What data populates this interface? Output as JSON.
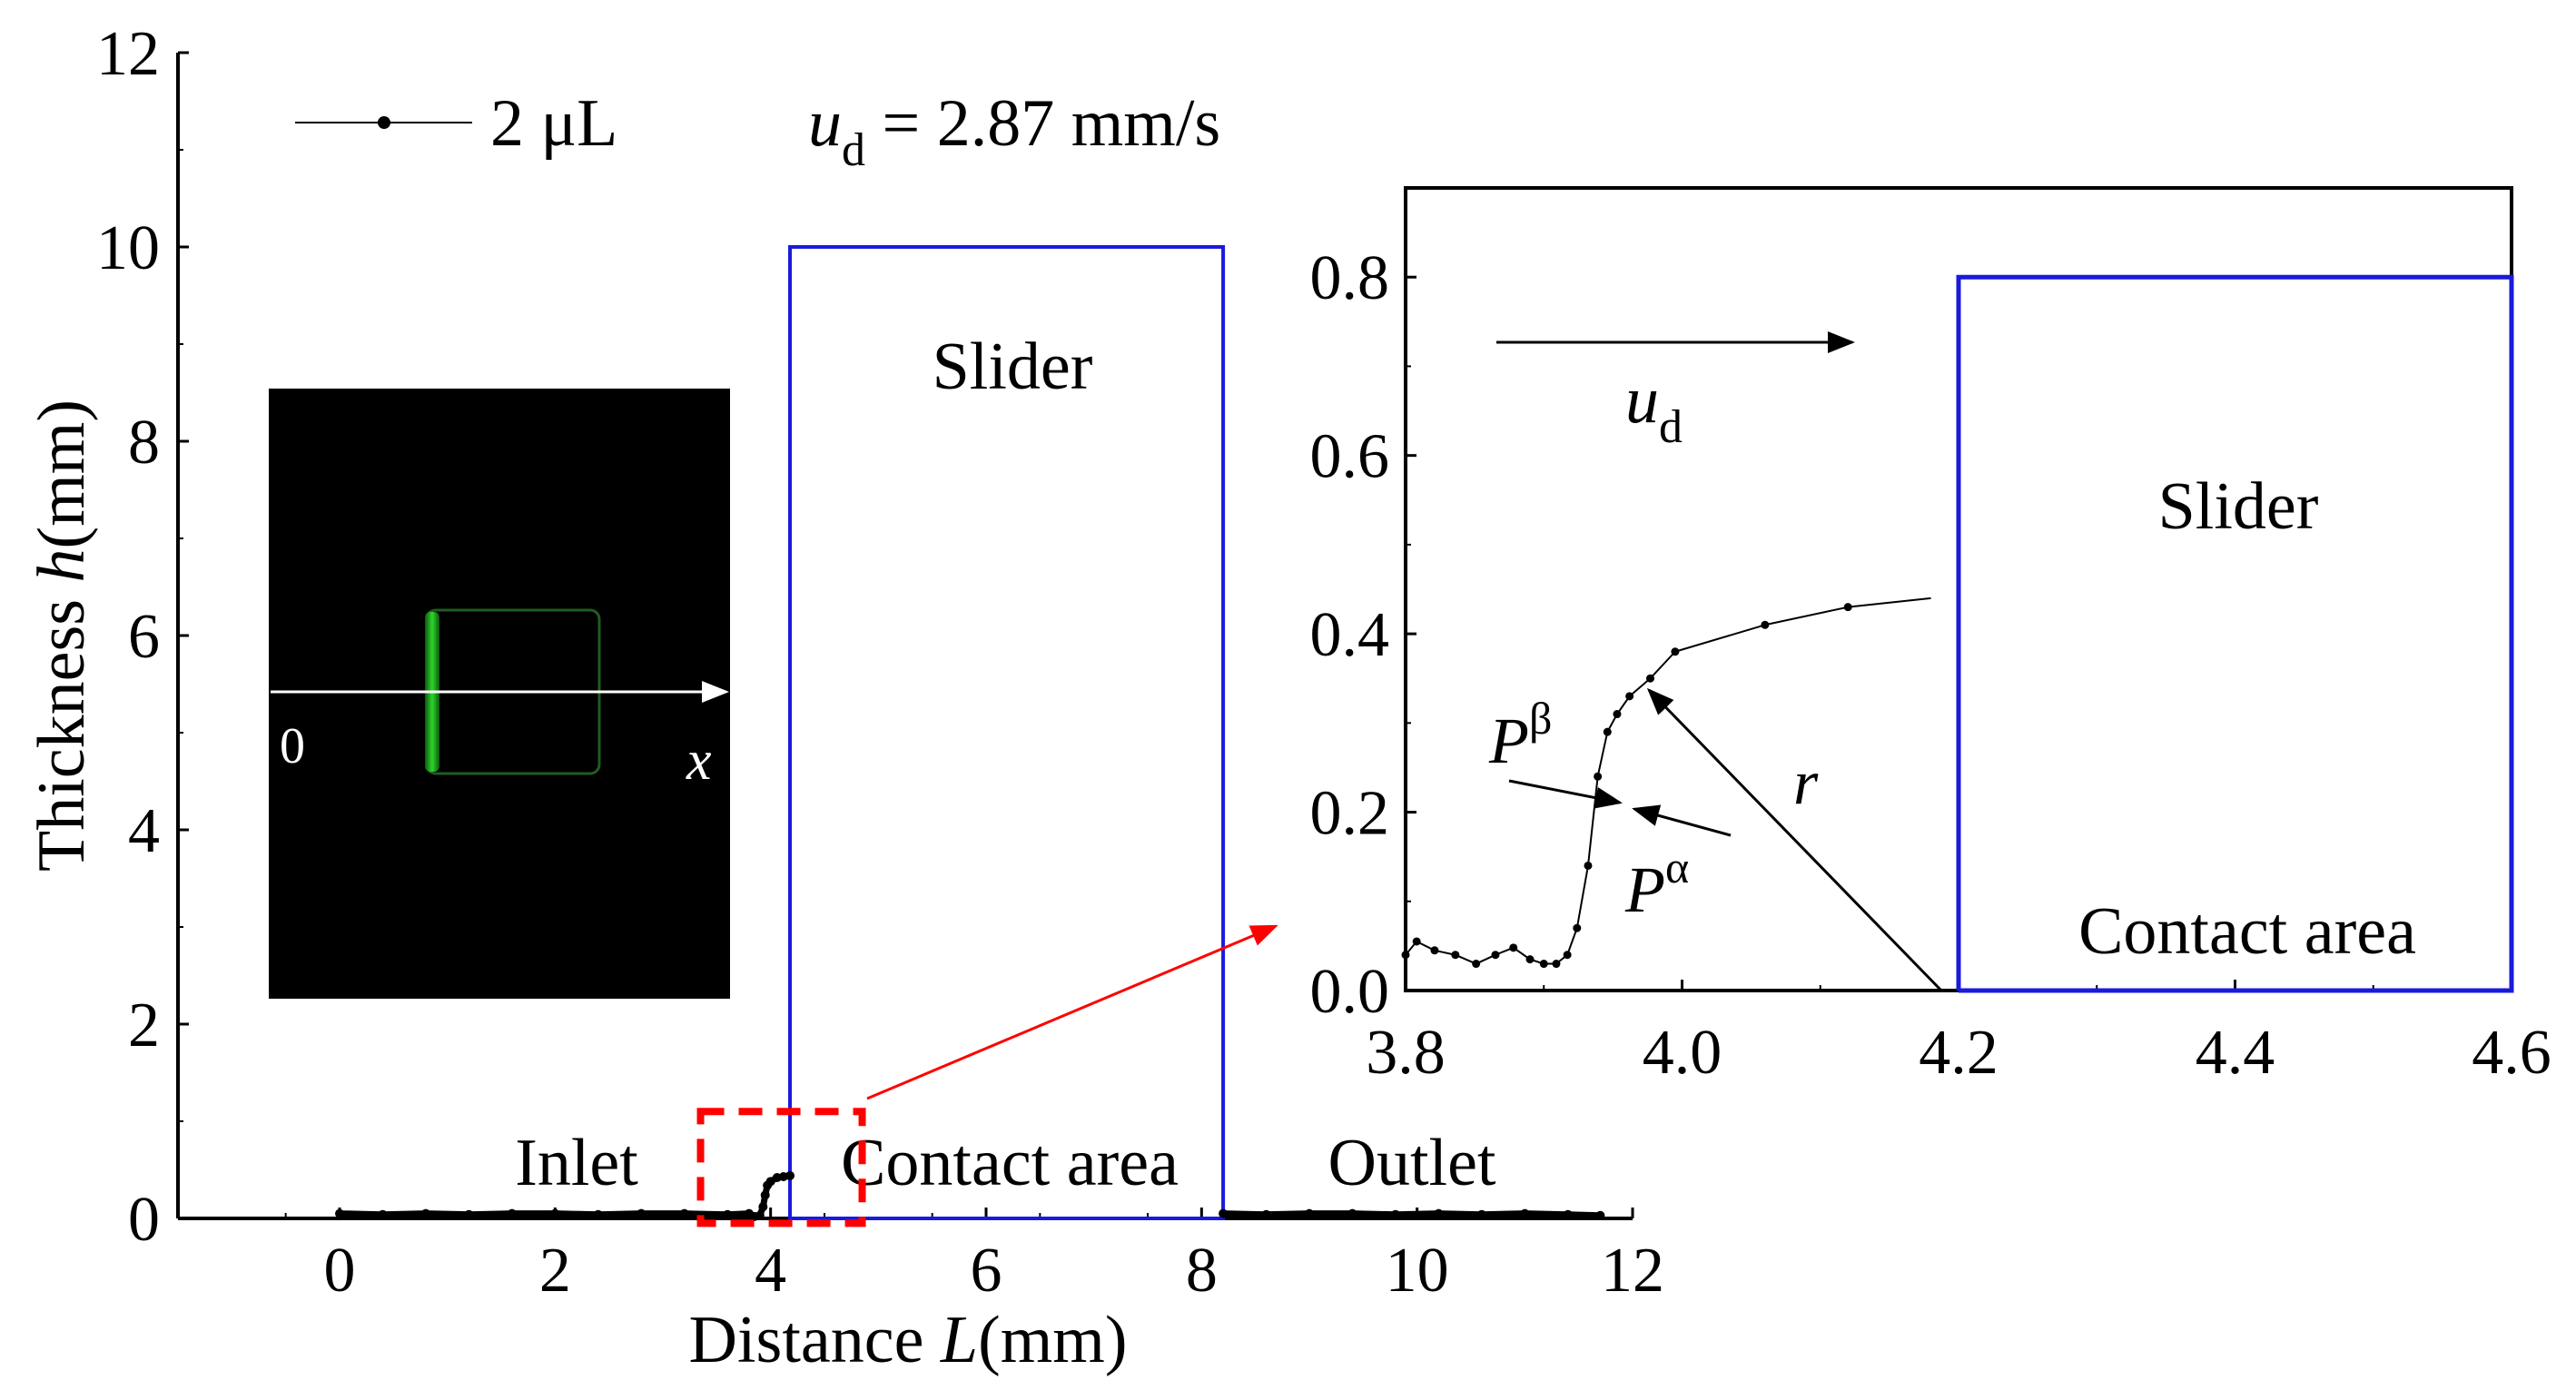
{
  "chart_data": [
    {
      "type": "line",
      "xlabel_prefix": "Distance ",
      "xlabel_var": "L",
      "xlabel_unit": "(mm)",
      "ylabel_prefix": "Thickness ",
      "ylabel_var": "h",
      "ylabel_unit": "(mm)",
      "xlim": [
        -1.5,
        12
      ],
      "ylim": [
        0,
        12
      ],
      "xticks": [
        0,
        2,
        4,
        6,
        8,
        10,
        12
      ],
      "xtick_labels": [
        "0",
        "2",
        "4",
        "6",
        "8",
        "10",
        "12"
      ],
      "yticks": [
        0,
        2,
        4,
        6,
        8,
        10,
        12
      ],
      "ytick_labels": [
        "0",
        "2",
        "4",
        "6",
        "8",
        "10",
        "12"
      ],
      "legend": {
        "label": "2 μL",
        "placement": "top-left"
      },
      "velocity": {
        "symbol": "u",
        "subscript": "d",
        "value_text": " = 2.87 mm/s"
      },
      "series": [
        {
          "name": "2 μL",
          "color": "#000000",
          "x": [
            0.0,
            0.4,
            0.8,
            1.2,
            1.6,
            2.0,
            2.4,
            2.8,
            3.2,
            3.6,
            3.8,
            3.85,
            3.9,
            3.93,
            3.95,
            3.97,
            4.0,
            4.06,
            4.12,
            4.18,
            8.2,
            8.6,
            9.0,
            9.4,
            9.8,
            10.2,
            10.6,
            11.0,
            11.4,
            11.7
          ],
          "y": [
            0.05,
            0.04,
            0.05,
            0.04,
            0.05,
            0.05,
            0.04,
            0.05,
            0.05,
            0.04,
            0.05,
            0.02,
            0.03,
            0.12,
            0.24,
            0.34,
            0.38,
            0.42,
            0.43,
            0.44,
            0.05,
            0.04,
            0.05,
            0.05,
            0.04,
            0.05,
            0.04,
            0.05,
            0.04,
            0.03
          ]
        }
      ],
      "slider": {
        "label": "Slider",
        "x_range": [
          4.18,
          8.2
        ],
        "height": 10,
        "color": "#1a1adb"
      },
      "annotations": {
        "inlet": "Inlet",
        "contact_area": "Contact area",
        "outlet": "Outlet"
      },
      "zoom_box": {
        "x_range": [
          3.35,
          4.85
        ],
        "y_range": [
          -0.05,
          1.1
        ],
        "color": "#ff0000"
      },
      "inset_image": {
        "zero_label": "0",
        "x_label": "x"
      }
    },
    {
      "type": "line",
      "xlim": [
        3.8,
        4.6
      ],
      "ylim": [
        0,
        0.9
      ],
      "xticks": [
        3.8,
        4.0,
        4.2,
        4.4,
        4.6
      ],
      "xtick_labels": [
        "3.8",
        "4.0",
        "4.2",
        "4.4",
        "4.6"
      ],
      "yticks": [
        0.0,
        0.2,
        0.4,
        0.6,
        0.8
      ],
      "ytick_labels": [
        "0.0",
        "0.2",
        "0.4",
        "0.6",
        "0.8"
      ],
      "series": [
        {
          "color": "#000000",
          "x": [
            3.8,
            3.808,
            3.821,
            3.836,
            3.851,
            3.865,
            3.878,
            3.89,
            3.9,
            3.909,
            3.917,
            3.924,
            3.932,
            3.939,
            3.946,
            3.953,
            3.962,
            3.977,
            3.995,
            4.06,
            4.12,
            4.18
          ],
          "y": [
            0.04,
            0.055,
            0.045,
            0.04,
            0.03,
            0.04,
            0.048,
            0.035,
            0.03,
            0.03,
            0.04,
            0.07,
            0.14,
            0.24,
            0.29,
            0.31,
            0.33,
            0.35,
            0.38,
            0.41,
            0.43,
            0.44
          ]
        }
      ],
      "slider": {
        "label": "Slider",
        "x_start": 4.2,
        "height": 0.8,
        "color": "#1a1adb"
      },
      "contact_area_label": "Contact area",
      "velocity_symbol": "u",
      "velocity_subscript": "d",
      "radius_label": "r",
      "pressure_beta": {
        "base": "P",
        "superscript": "β"
      },
      "pressure_alpha": {
        "base": "P",
        "superscript": "α"
      }
    }
  ]
}
